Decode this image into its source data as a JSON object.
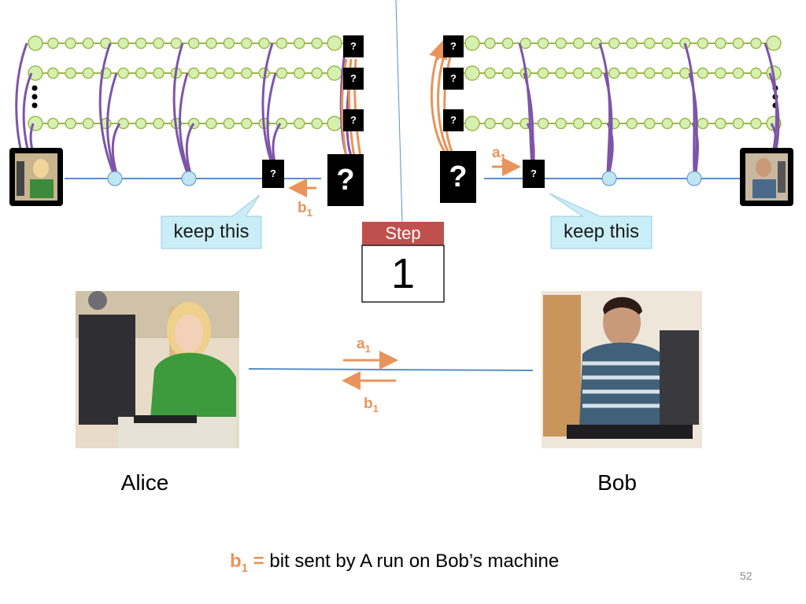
{
  "callouts": {
    "left": "keep this",
    "right": "keep this"
  },
  "step": {
    "label": "Step",
    "number": "1"
  },
  "people": {
    "alice": "Alice",
    "bob": "Bob"
  },
  "signals": {
    "a_base": "a",
    "a_sub": "1",
    "b_base": "b",
    "b_sub": "1"
  },
  "footnote": {
    "term_base": "b",
    "term_sub": "1",
    "equals": " =",
    "text": " bit sent by A run on Bob’s machine"
  },
  "slide_number": "52",
  "unknown_mark": "?",
  "colors": {
    "chain_line": "#9ab84a",
    "chain_node": "#d6f0b0",
    "thread": "#7d55a8",
    "orange": "#e8945a",
    "base_line": "#5b8ec9",
    "base_node": "#bfe6f3",
    "callout_fill": "#c9eef8",
    "step_header": "#c0504d"
  }
}
